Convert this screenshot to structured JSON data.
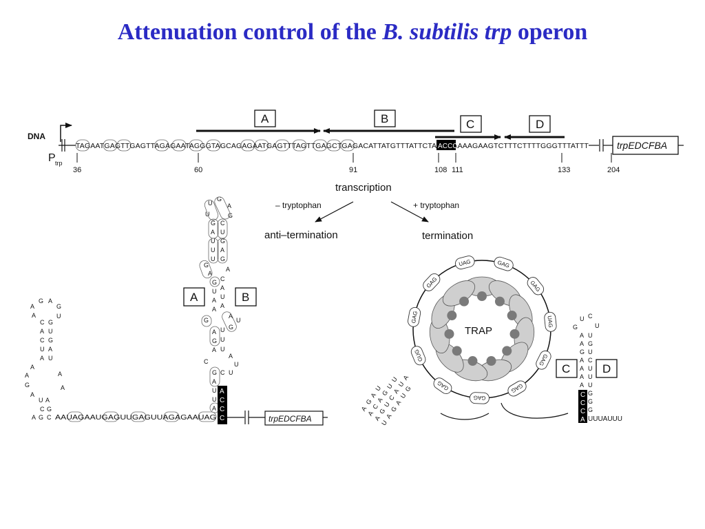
{
  "title": {
    "prefix": "Attenuation control of the ",
    "organism": "B. subtilis",
    "gene": "trp",
    "suffix": " operon"
  },
  "dna_map": {
    "dna_label": "DNA",
    "promoter_label": "P",
    "promoter_sub": "trp",
    "sequence": "TAGAATGAGTTGAGTTAGAGAATAGGGTAGCAGAGAATGAGTTTAGTTGAGCTGAGACATTATGTTTATTCTACCCAAAAGAAGTCTTTCTTTTGGGTTTATTT",
    "positions": [
      "36",
      "60",
      "91",
      "108",
      "111",
      "133",
      "204"
    ],
    "gene_label": "trpEDCFBA",
    "region_labels": [
      "A",
      "B",
      "C",
      "D"
    ]
  },
  "flow": {
    "transcription": "transcription",
    "minus_trp": "– tryptophan",
    "plus_trp": "+ tryptophan",
    "anti_termination": "anti–termination",
    "termination": "termination"
  },
  "anti_termination_structure": {
    "box_a": "A",
    "box_b": "B",
    "tail_sequence": "AAUAGAAUGAGUUGAGUUAGAGAAUAG",
    "accc": [
      "A",
      "C",
      "C",
      "C"
    ],
    "gene_label": "trpEDCFBA"
  },
  "termination_structure": {
    "trap_label": "TRAP",
    "box_c": "C",
    "box_d": "D",
    "tail_sequence": "UUUAUUU",
    "ccca": [
      "C",
      "C",
      "C",
      "A"
    ],
    "triplets": [
      "UAG",
      "GAG",
      "GAG",
      "UAG",
      "GAG",
      "GAG",
      "GAG",
      "GAG",
      "GUG",
      "GAG",
      "GAG"
    ]
  },
  "colors": {
    "title": "#2b2bc4",
    "ink": "#111111",
    "highlight_fill": "#000000",
    "highlight_text": "#ffffff",
    "protein": "#7a7a7a"
  }
}
